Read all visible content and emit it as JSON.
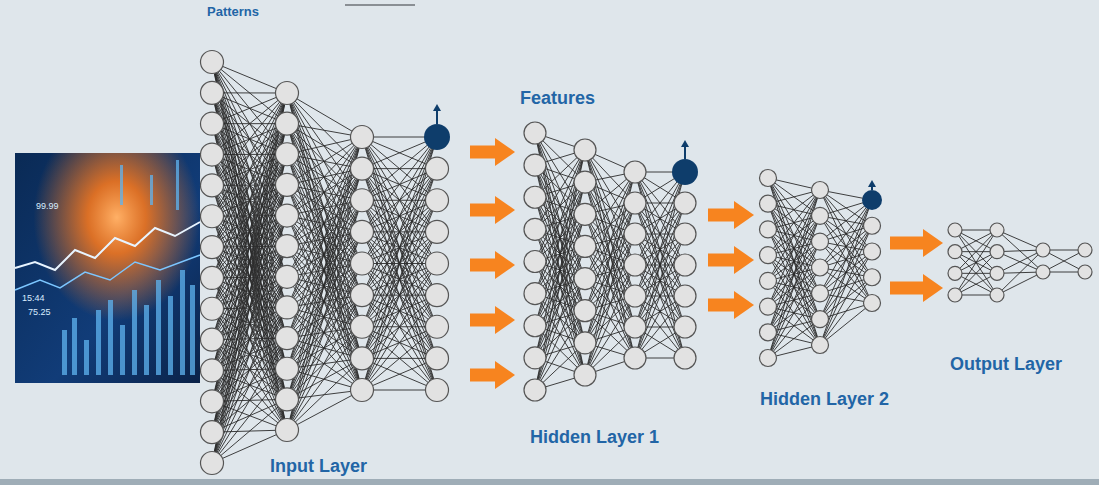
{
  "diagram": {
    "nodes": [
      {
        "text": [
          "Patterns",
          "Input Layer"
        ]
      },
      {
        "text": [
          "Features",
          "Hidden Layer 1"
        ]
      },
      {
        "text": [
          "Hidden Layer 2"
        ]
      },
      {
        "text": [
          "Output Layer"
        ]
      }
    ],
    "edges": [
      {
        "from": 0,
        "to": 1,
        "arrow": "to"
      },
      {
        "from": 0,
        "to": 1,
        "arrow": "to"
      },
      {
        "from": 0,
        "to": 1,
        "arrow": "to"
      },
      {
        "from": 0,
        "to": 1,
        "arrow": "to"
      },
      {
        "from": 0,
        "to": 1,
        "arrow": "to"
      },
      {
        "from": 1,
        "to": 2,
        "arrow": "to"
      },
      {
        "from": 1,
        "to": 2,
        "arrow": "to"
      },
      {
        "from": 1,
        "to": 2,
        "arrow": "to"
      },
      {
        "from": 2,
        "to": 3,
        "arrow": "to"
      },
      {
        "from": 2,
        "to": 3,
        "arrow": "to"
      }
    ],
    "labels": [
      "99.99",
      "15:44",
      "75.25"
    ]
  }
}
